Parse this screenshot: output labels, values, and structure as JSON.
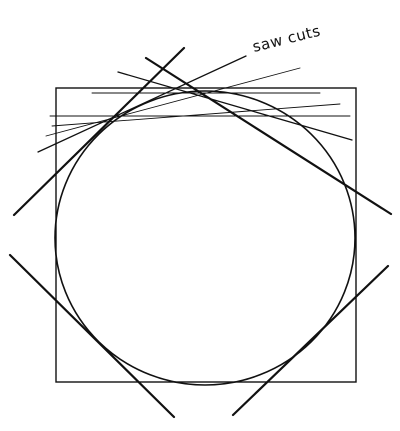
{
  "annotation": {
    "label": "saw cuts"
  },
  "diagram": {
    "shapes": [
      "square-outline",
      "inscribed-circle"
    ],
    "cut_lines": 10
  }
}
